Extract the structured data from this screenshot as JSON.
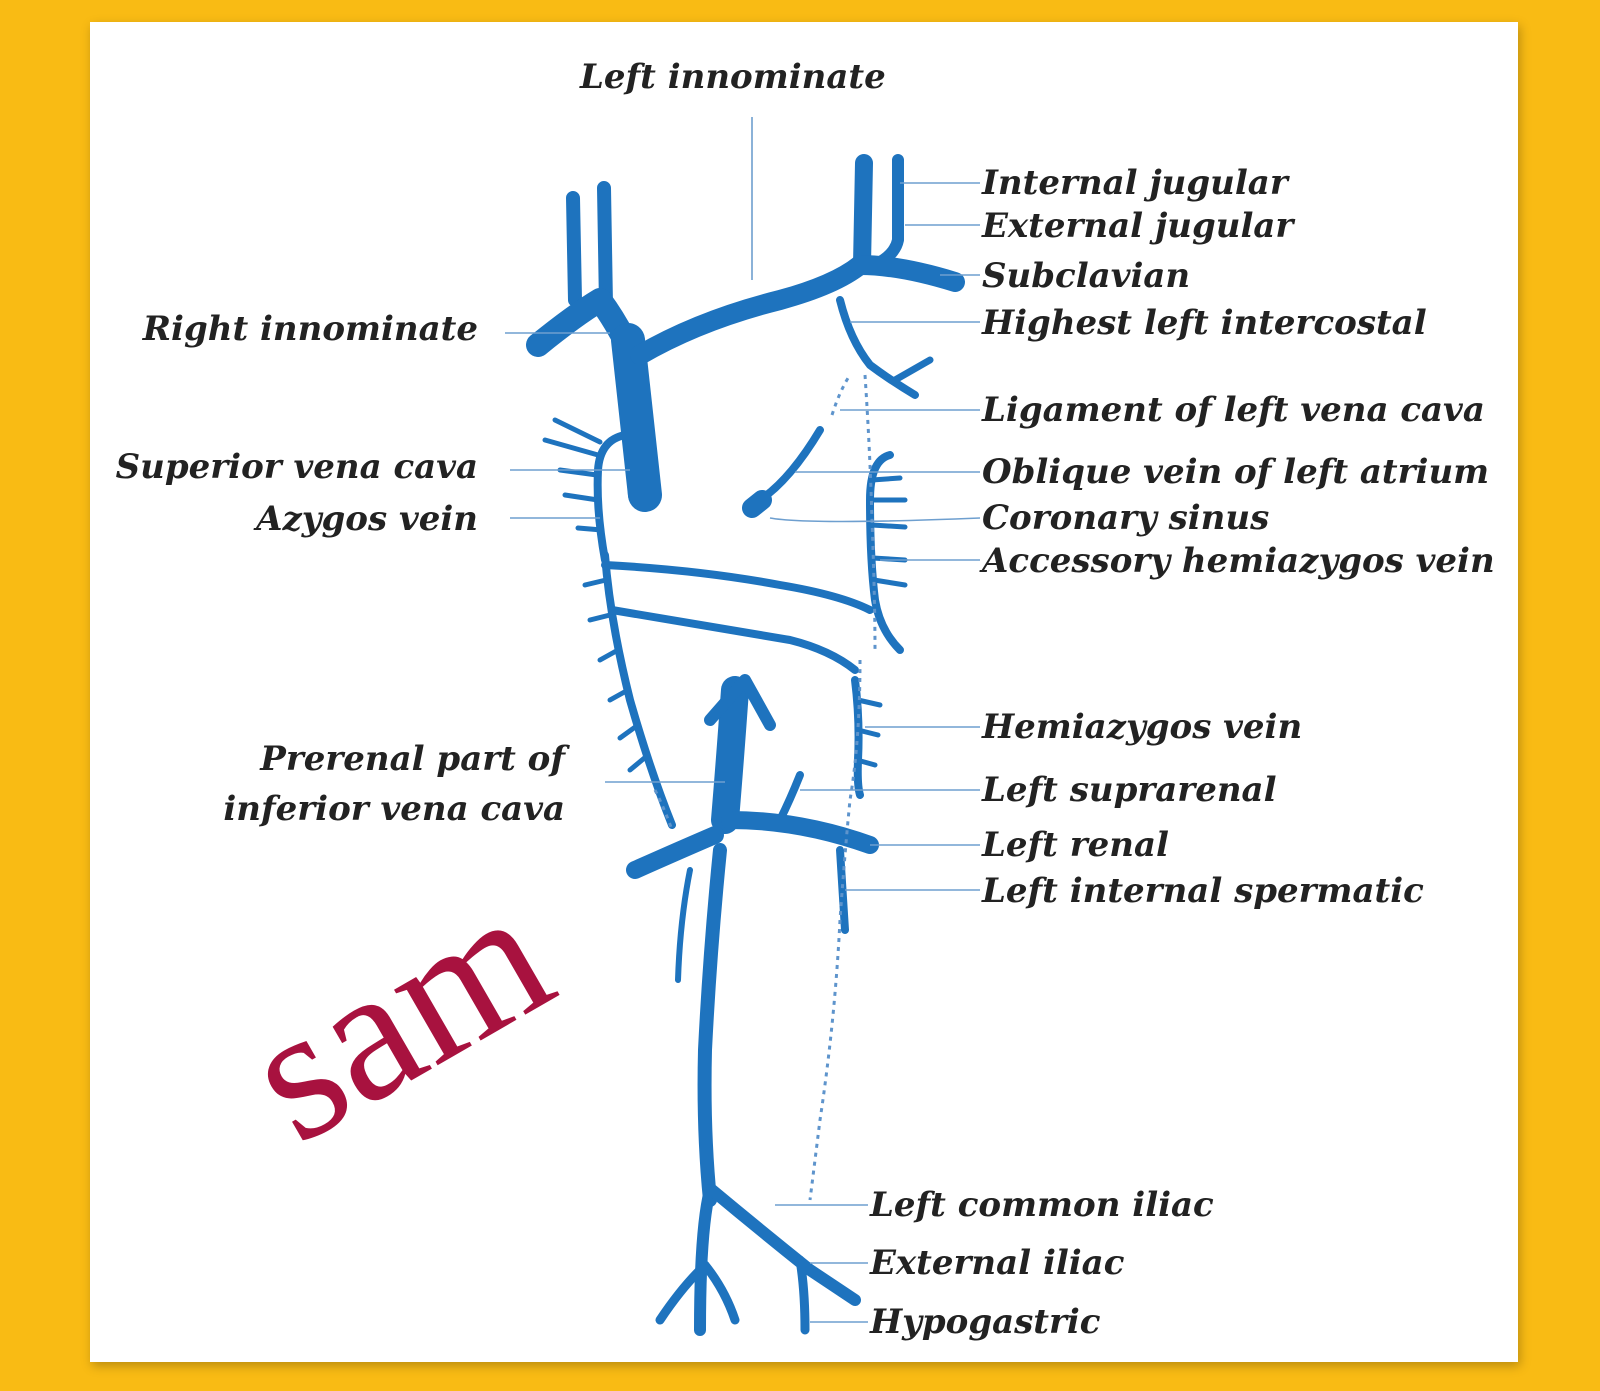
{
  "colors": {
    "background": "#F9BB14",
    "vein": "#1E73BE",
    "label": "#222222",
    "watermark": "#A8123F"
  },
  "labels": {
    "left_innominate": "Left innominate",
    "internal_jugular": "Internal jugular",
    "external_jugular": "External jugular",
    "subclavian": "Subclavian",
    "highest_left_intercostal": "Highest left intercostal",
    "right_innominate": "Right innominate",
    "ligament_left_vena_cava": "Ligament of left vena cava",
    "superior_vena_cava": "Superior vena cava",
    "oblique_vein_left_atrium": "Oblique vein of left atrium",
    "azygos_vein": "Azygos vein",
    "coronary_sinus": "Coronary sinus",
    "accessory_hemiazygos_vein": "Accessory hemiazygos vein",
    "hemiazygos_vein": "Hemiazygos vein",
    "prerenal_line1": "Prerenal part of",
    "prerenal_line2": "inferior vena cava",
    "left_suprarenal": "Left suprarenal",
    "left_renal": "Left renal",
    "left_internal_spermatic": "Left internal spermatic",
    "left_common_iliac": "Left common iliac",
    "external_iliac": "External iliac",
    "hypogastric": "Hypogastric"
  },
  "watermark": "sam"
}
